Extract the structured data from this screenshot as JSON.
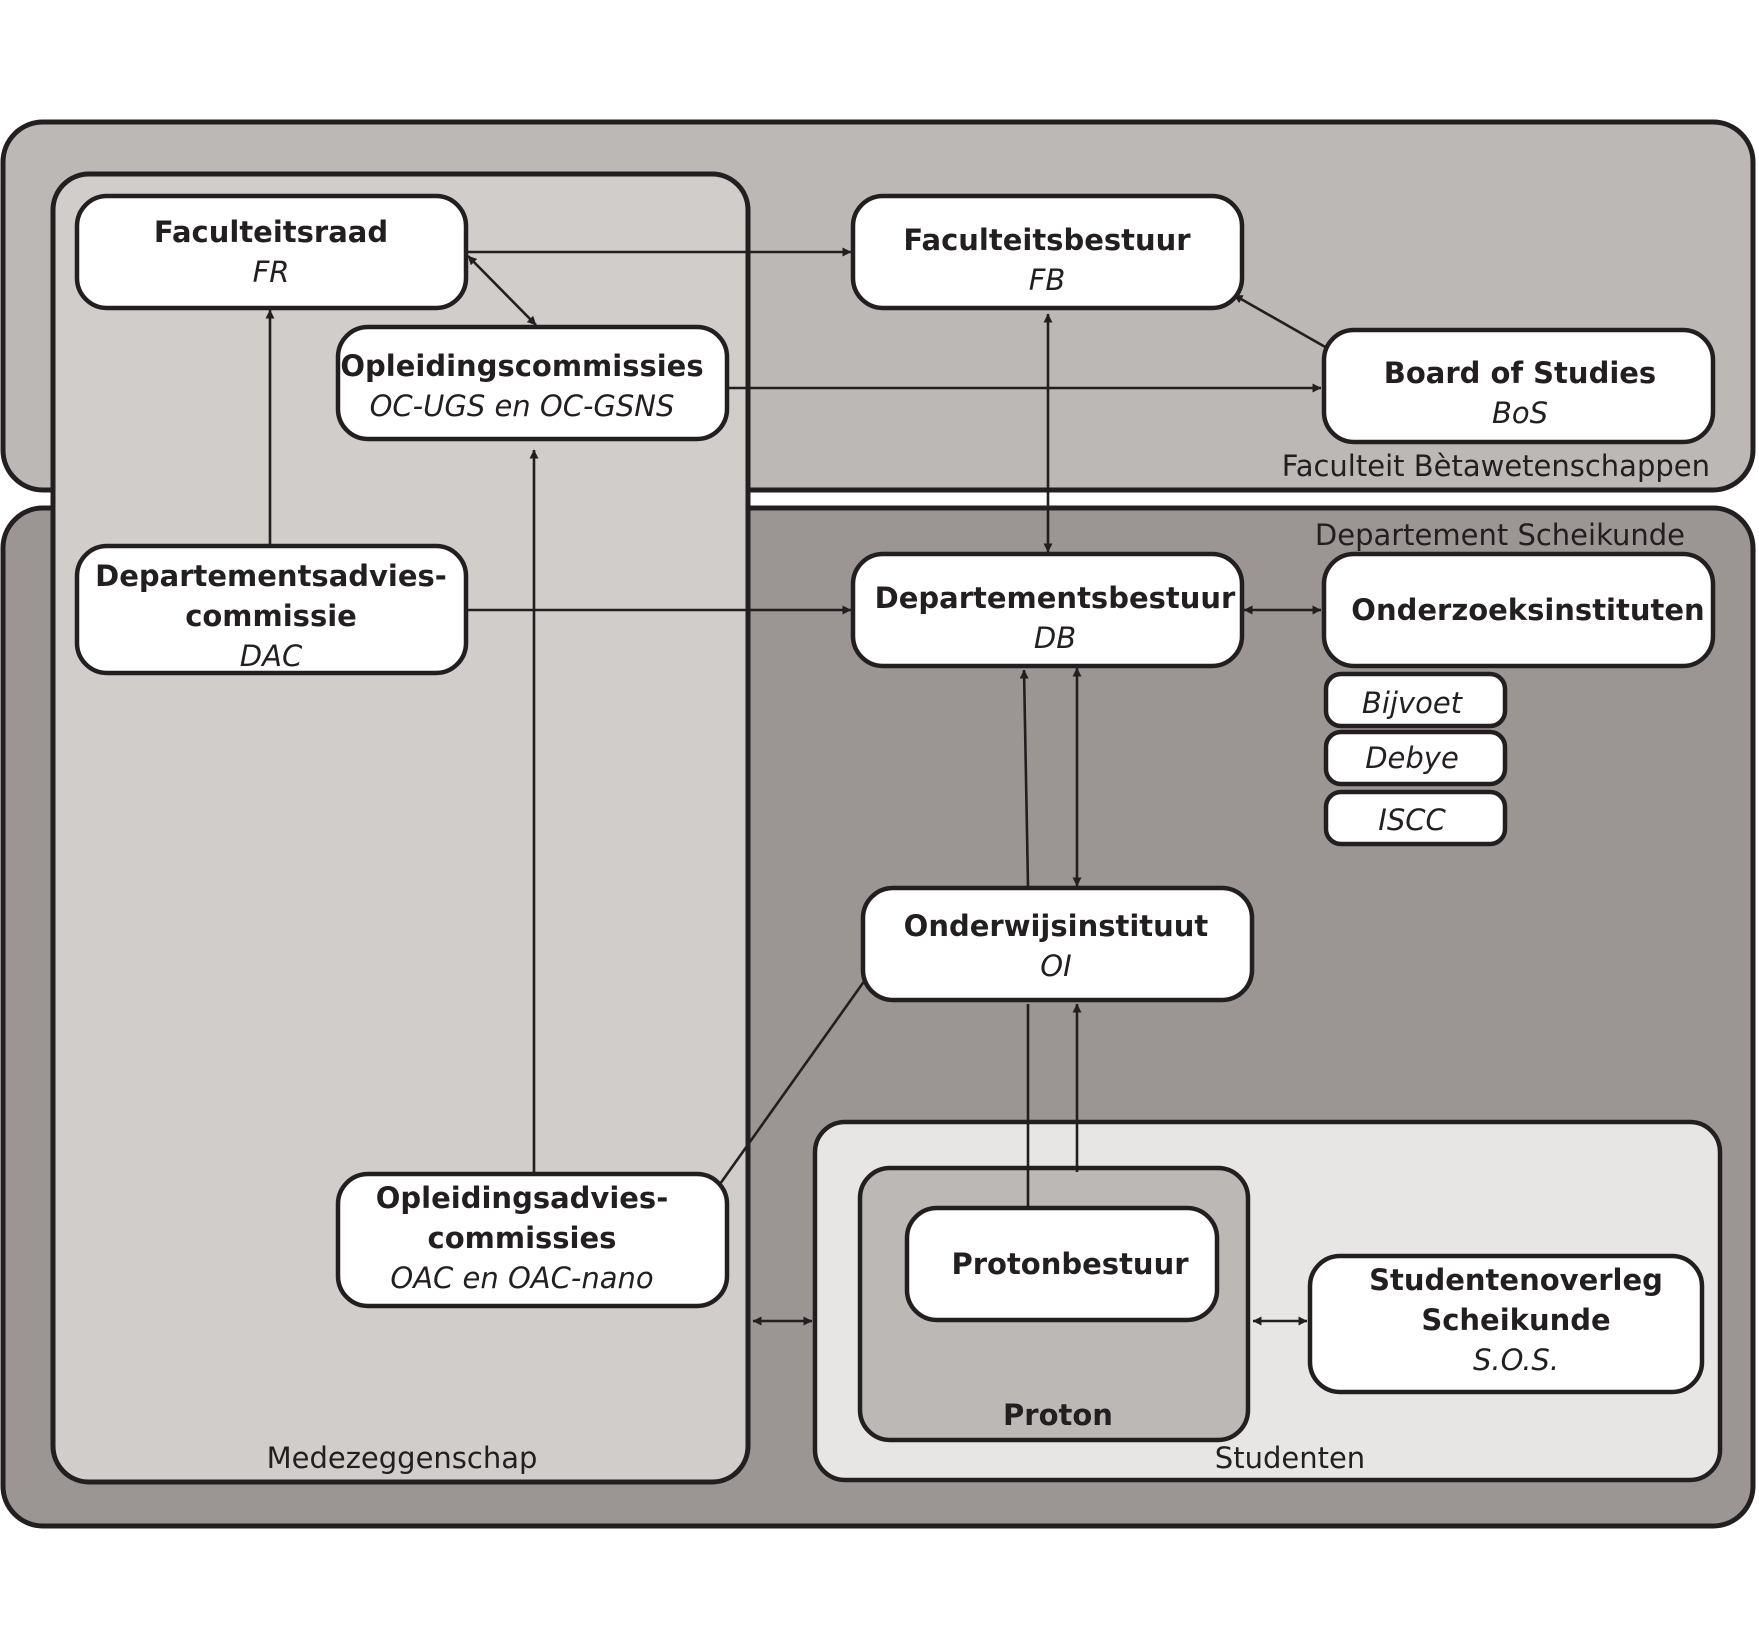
{
  "groups": {
    "faculteit": "Faculteit Bètawetenschappen",
    "departement": "Departement Scheikunde",
    "medezeggenschap": "Medezeggenschap",
    "studenten": "Studenten",
    "proton": "Proton"
  },
  "nodes": {
    "faculteitsraad": {
      "title": "Faculteitsraad",
      "abbr": "FR"
    },
    "faculteitsbestuur": {
      "title": "Faculteitsbestuur",
      "abbr": "FB"
    },
    "opleidingscommissies": {
      "title": "Opleidingscommissies",
      "abbr": "OC-UGS en OC-GSNS"
    },
    "board_of_studies": {
      "title": "Board of Studies",
      "abbr": "BoS"
    },
    "dac": {
      "title_1": "Departementsadvies-",
      "title_2": "commissie",
      "abbr": "DAC"
    },
    "departementsbestuur": {
      "title": "Departementsbestuur",
      "abbr": "DB"
    },
    "onderzoeksinstituten": {
      "title": "Onderzoeksinstituten"
    },
    "onderwijsinstituut": {
      "title": "Onderwijsinstituut",
      "abbr": "OI"
    },
    "oac": {
      "title_1": "Opleidingsadvies-",
      "title_2": "commissies",
      "abbr": "OAC en OAC-nano"
    },
    "protonbestuur": {
      "title": "Protonbestuur"
    },
    "sos": {
      "title_1": "Studentenoverleg",
      "title_2": "Scheikunde",
      "abbr": "S.O.S."
    }
  },
  "institutes": [
    "Bijvoet",
    "Debye",
    "ISCC"
  ],
  "colors": {
    "faculteit_fill": "#bcb8b5",
    "departement_fill": "#9b9593",
    "medezeggenschap_fill": "#d0cdcb",
    "studenten_fill": "#e8e6e5",
    "proton_fill": "#bcb8b5",
    "stroke": "#231f20",
    "box_fill": "#ffffff"
  }
}
